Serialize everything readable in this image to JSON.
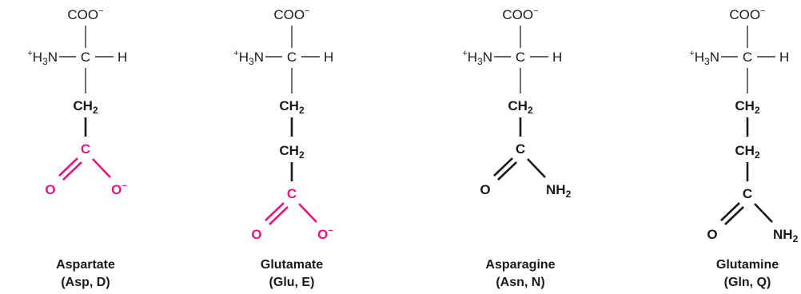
{
  "colors": {
    "acidic_highlight": "#e6167f",
    "text": "#1a1a1a"
  },
  "backbone": {
    "carboxylate": "COO",
    "carboxylate_charge": "−",
    "amino_plus": "+",
    "amino_h": "H",
    "amino_sub": "3",
    "amino_n": "N",
    "alpha_c": "C",
    "alpha_h": "H"
  },
  "atoms": {
    "ch": "CH",
    "ch_sub": "2",
    "c": "C",
    "o": "O",
    "o_charge": "−",
    "nh": "NH",
    "nh_sub": "2"
  },
  "amino_acids": [
    {
      "name": "Aspartate",
      "code": "(Asp, D)",
      "side_chain": "carboxylate",
      "ch2_count": 1
    },
    {
      "name": "Glutamate",
      "code": "(Glu, E)",
      "side_chain": "carboxylate",
      "ch2_count": 2
    },
    {
      "name": "Asparagine",
      "code": "(Asn, N)",
      "side_chain": "amide",
      "ch2_count": 1
    },
    {
      "name": "Glutamine",
      "code": "(Gln, Q)",
      "side_chain": "amide",
      "ch2_count": 2
    }
  ]
}
